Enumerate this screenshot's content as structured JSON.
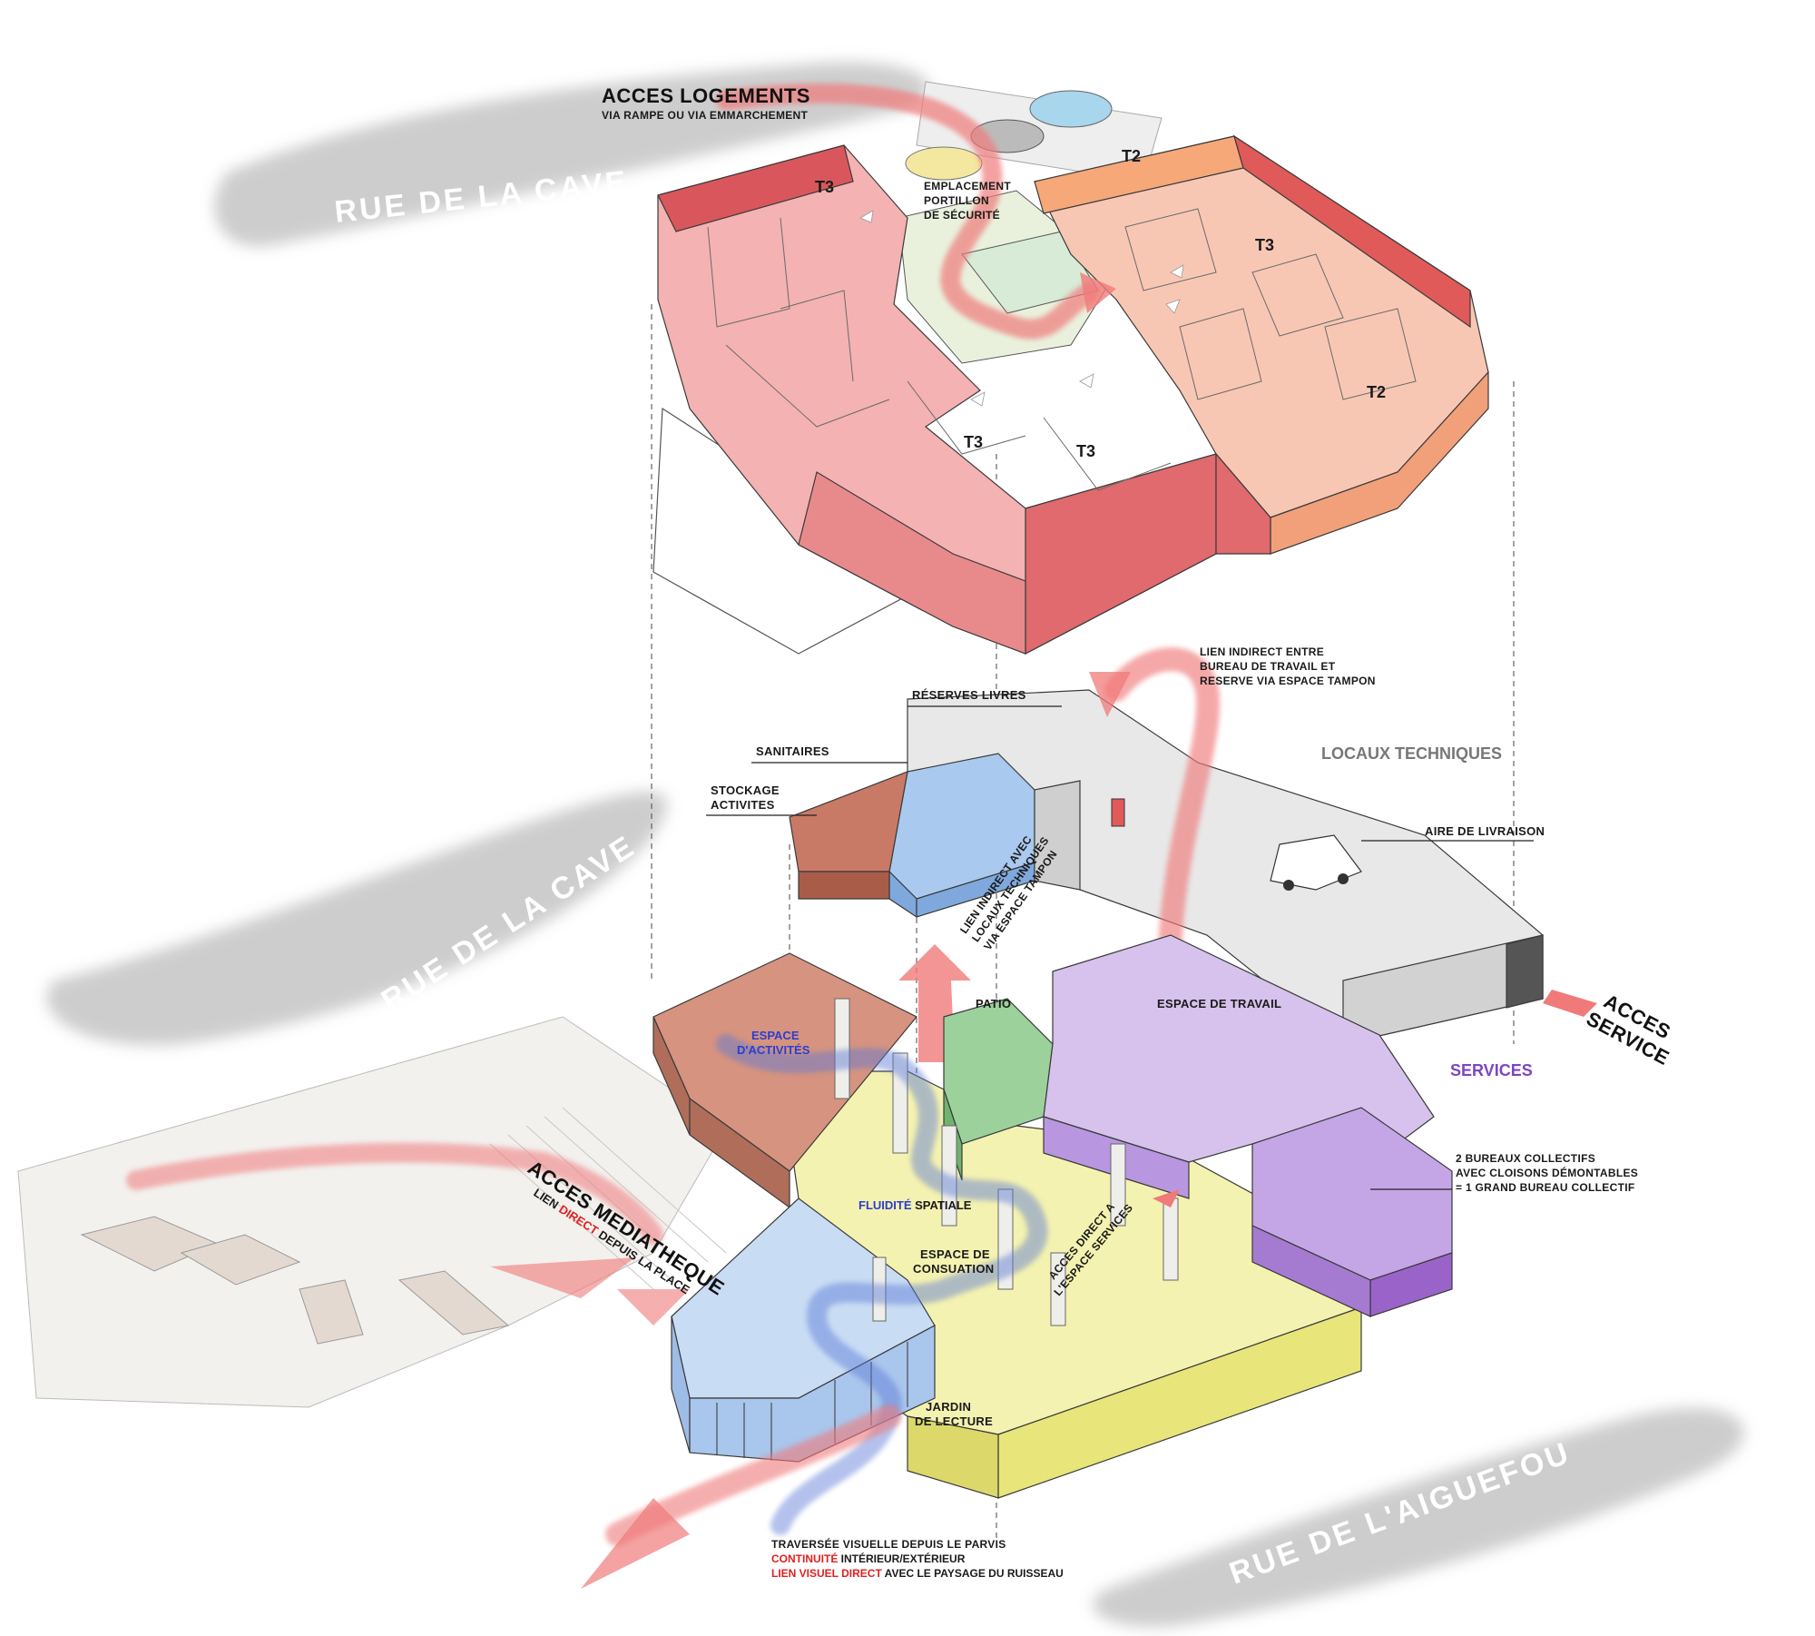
{
  "streets": {
    "top": "RUE DE LA CAVE",
    "middle": "RUE DE LA CAVE",
    "bottom": "RUE DE L'AIGUEFOU"
  },
  "housing": {
    "access_title": "ACCES LOGEMENTS",
    "access_sub": "VIA RAMPE OU VIA EMMARCHEMENT",
    "gate_label": [
      "EMPLACEMENT",
      "PORTILLON",
      "DE SÉCURITÉ"
    ],
    "units": [
      "T3",
      "T2",
      "T3",
      "T3",
      "T3",
      "T2"
    ]
  },
  "service_level": {
    "link_note": [
      "LIEN INDIRECT ENTRE",
      "BUREAU DE TRAVAIL ET",
      "RESERVE VIA ESPACE TAMPON"
    ],
    "reserves": "RÉSERVES LIVRES",
    "sanitaires": "SANITAIRES",
    "stockage": [
      "STOCKAGE",
      "ACTIVITES"
    ],
    "locaux": "LOCAUX TECHNIQUES",
    "livraison": "AIRE DE LIVRAISON",
    "tech_link": [
      "LIEN INDIRECT AVEC",
      "LOCAUX TECHNIQUES",
      "VIA ESPACE TAMPON"
    ],
    "acces_service": [
      "ACCES",
      "SERVICE"
    ]
  },
  "ground_level": {
    "patio": "PATIO",
    "espace_travail": "ESPACE DE TRAVAIL",
    "services": "SERVICES",
    "espace_activites": [
      "ESPACE",
      "D'ACTIVITÉS"
    ],
    "fluidite_a": "FLUIDITÉ",
    "fluidite_b": " SPATIALE",
    "consultation": [
      "ESPACE DE",
      "CONSUATION"
    ],
    "acces_direct": [
      "ACCES DIRECT A",
      "L'ESPACE SERVICES"
    ],
    "bureaux": [
      "2 BUREAUX COLLECTIFS",
      "AVEC CLOISONS DÉMONTABLES",
      "= 1 GRAND BUREAU COLLECTIF"
    ],
    "mediatheque_title": "ACCES MEDIATHEQUE",
    "mediatheque_sub_a": "LIEN ",
    "mediatheque_sub_b": "DIRECT",
    "mediatheque_sub_c": " DEPUIS LA PLACE",
    "jardin": [
      "JARDIN",
      "DE LECTURE"
    ]
  },
  "bottom_note": {
    "line1": "TRAVERSÉE VISUELLE DEPUIS LE PARVIS",
    "line2_a": "CONTINUITÉ",
    "line2_b": " INTÉRIEUR/EXTÉRIEUR",
    "line3_a": "LIEN VISUEL DIRECT",
    "line3_b": " AVEC LE PAYSAGE DU RUISSEAU"
  },
  "colors": {
    "housing": "#ef9a9a",
    "housing_dark": "#d9575c",
    "housing_orange": "#f6b48a",
    "activities": "#c87a66",
    "sanitaires": "#a9c9ee",
    "technical": "#dcdcdc",
    "patio": "#8fc88f",
    "work": "#c6a8e2",
    "services": "#9a63c9",
    "consultation": "#f2f0a4",
    "glass": "#b9d3f2",
    "flow_blue": "#5a78d6",
    "arrow_red": "#f07a7a",
    "accent_red": "#e02020",
    "accent_blue": "#2a3ed0",
    "accent_purple": "#7c46c2"
  }
}
